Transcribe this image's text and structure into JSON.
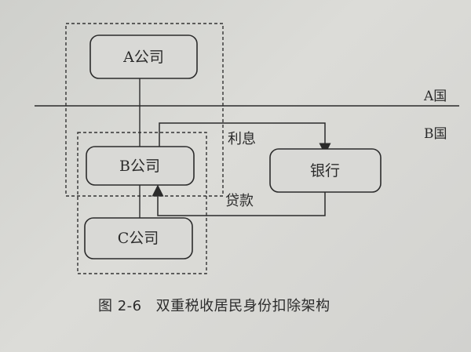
{
  "diagram": {
    "nodes": {
      "a_company": "A公司",
      "b_company": "B公司",
      "c_company": "C公司",
      "bank": "银行"
    },
    "countries": {
      "a": "A国",
      "b": "B国"
    },
    "flows": {
      "interest": "利息",
      "loan": "贷款"
    }
  },
  "caption": {
    "figure_number": "图 2-6",
    "title": "双重税收居民身份扣除架构"
  },
  "colors": {
    "ink": "#2b2b2b",
    "box_fill": "#d9d9d6"
  }
}
